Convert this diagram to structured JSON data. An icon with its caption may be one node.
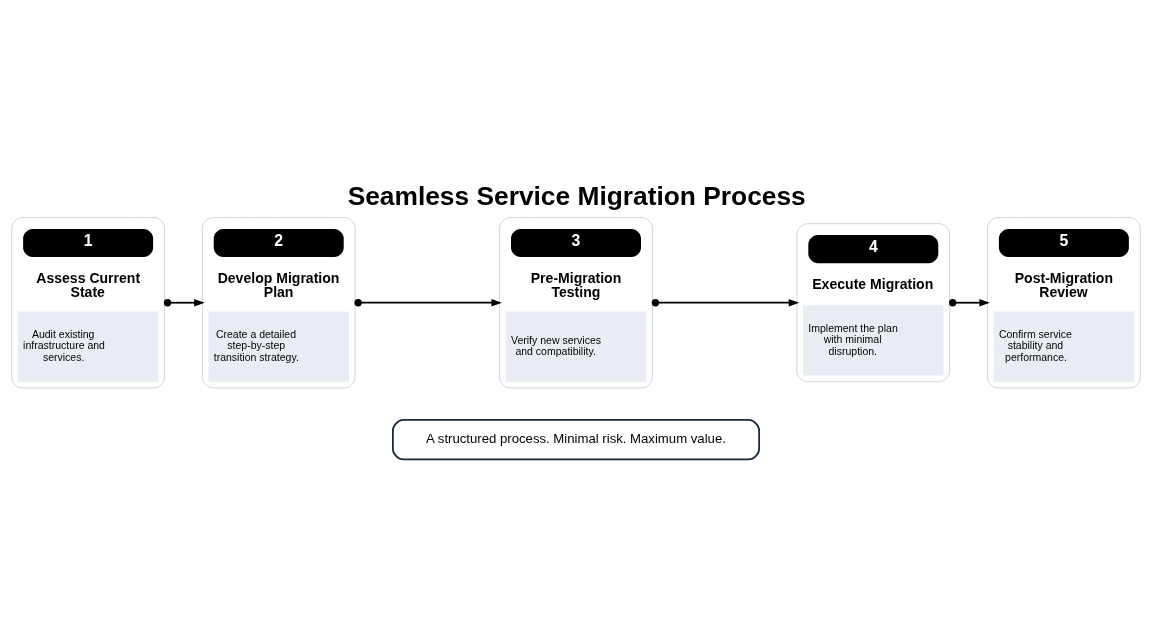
{
  "diagram": {
    "title": "Seamless Service Migration Process",
    "nodes": [
      {
        "text": [
          "1",
          "Assess Current State",
          "Audit existing infrastructure and services."
        ]
      },
      {
        "text": [
          "2",
          "Develop Migration Plan",
          "Create a detailed step-by-step transition strategy."
        ]
      },
      {
        "text": [
          "3",
          "Pre-Migration Testing",
          "Verify new services and compatibility."
        ]
      },
      {
        "text": [
          "4",
          "Execute Migration",
          "Implement the plan with minimal disruption."
        ]
      },
      {
        "text": [
          "5",
          "Post-Migration Review",
          "Confirm service stability and performance."
        ]
      },
      {
        "text": [
          "A structured process. Minimal risk. Maximum value."
        ]
      }
    ],
    "edges": [
      {
        "from": 0,
        "to": 1,
        "arrow": "to"
      },
      {
        "from": 1,
        "to": 2,
        "arrow": "to"
      },
      {
        "from": 2,
        "to": 3,
        "arrow": "to"
      },
      {
        "from": 3,
        "to": 4,
        "arrow": "to"
      }
    ]
  }
}
